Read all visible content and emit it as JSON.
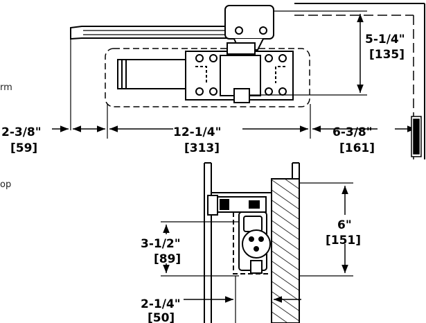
{
  "labels": {
    "left_partial_1": "rm",
    "left_partial_2": "op"
  },
  "dimensions": {
    "height_top": {
      "imperial": "5-1/4\"",
      "metric": "[135]"
    },
    "left_offset": {
      "imperial": "2-3/8\"",
      "metric": "[59]"
    },
    "body_length": {
      "imperial": "12-1/4\"",
      "metric": "[313]"
    },
    "right_offset": {
      "imperial": "6-3/8\"",
      "metric": "[161]"
    },
    "side_height": {
      "imperial": "6\"",
      "metric": "[151]"
    },
    "closer_height": {
      "imperial": "3-1/2\"",
      "metric": "[89]"
    },
    "depth": {
      "imperial": "2-1/4\"",
      "metric": "[50]"
    }
  }
}
